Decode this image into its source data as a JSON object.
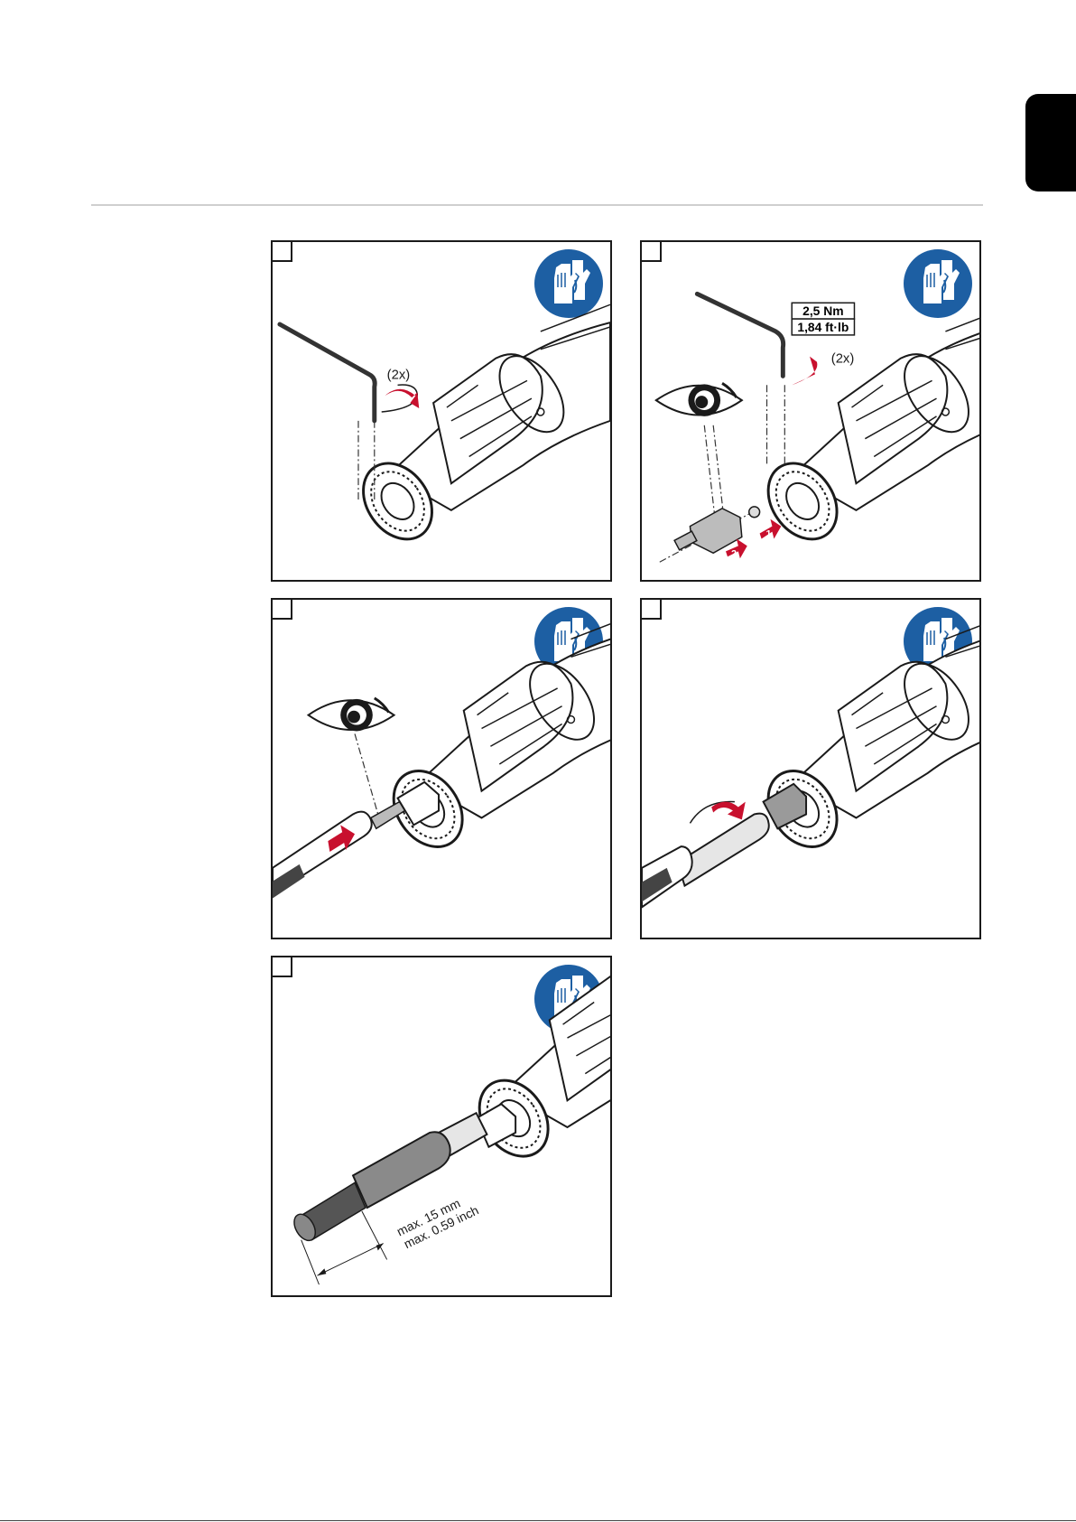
{
  "steps": [
    {
      "step_number": "",
      "callouts": {
        "repeat": "(2x)",
        "arrow_1": "1"
      }
    },
    {
      "step_number": "",
      "callouts": {
        "repeat": "(2x)",
        "torque_nm": "2,5 Nm",
        "torque_ftlb": "1,84 ft·lb",
        "arrow_1": "1",
        "arrow_2": "2",
        "arrow_3": "3"
      }
    },
    {
      "step_number": "",
      "callouts": {}
    },
    {
      "step_number": "",
      "callouts": {}
    },
    {
      "step_number": "",
      "callouts": {
        "max_mm": "max. 15 mm",
        "max_inch": "max. 0.59 inch"
      }
    }
  ],
  "icons": {
    "safety_sign": "wear-gloves-icon",
    "eye": "eye-inspect-icon",
    "arrow_color": "#c8102e",
    "sign_color": "#1d5fa3"
  }
}
